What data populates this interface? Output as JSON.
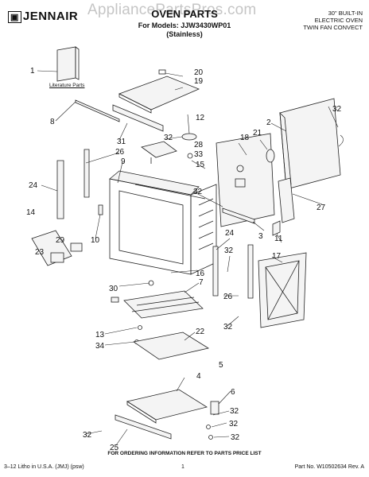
{
  "header": {
    "brand": "JENNAIR",
    "watermark": "AppliancePartsPros.com",
    "title": "OVEN PARTS",
    "models_line": "For Models: JJW3430WP01",
    "finish": "(Stainless)",
    "product_line1": "30\" BUILT-IN",
    "product_line2": "ELECTRIC OVEN",
    "product_line3": "TWIN FAN CONVECT"
  },
  "literature_label": "Literature Parts",
  "callouts": [
    "1",
    "2",
    "3",
    "4",
    "5",
    "6",
    "7",
    "8",
    "9",
    "10",
    "11",
    "12",
    "13",
    "14",
    "15",
    "16",
    "17",
    "18",
    "19",
    "20",
    "21",
    "22",
    "23",
    "24",
    "25",
    "26",
    "27",
    "28",
    "29",
    "30",
    "31",
    "32",
    "33",
    "34"
  ],
  "footer": {
    "ordering": "FOR ORDERING INFORMATION REFER TO PARTS PRICE LIST",
    "litho": "3–12 Litho in U.S.A. (JMJ) (psw)",
    "page": "1",
    "part_no": "Part No. W10502634 Rev. A"
  }
}
